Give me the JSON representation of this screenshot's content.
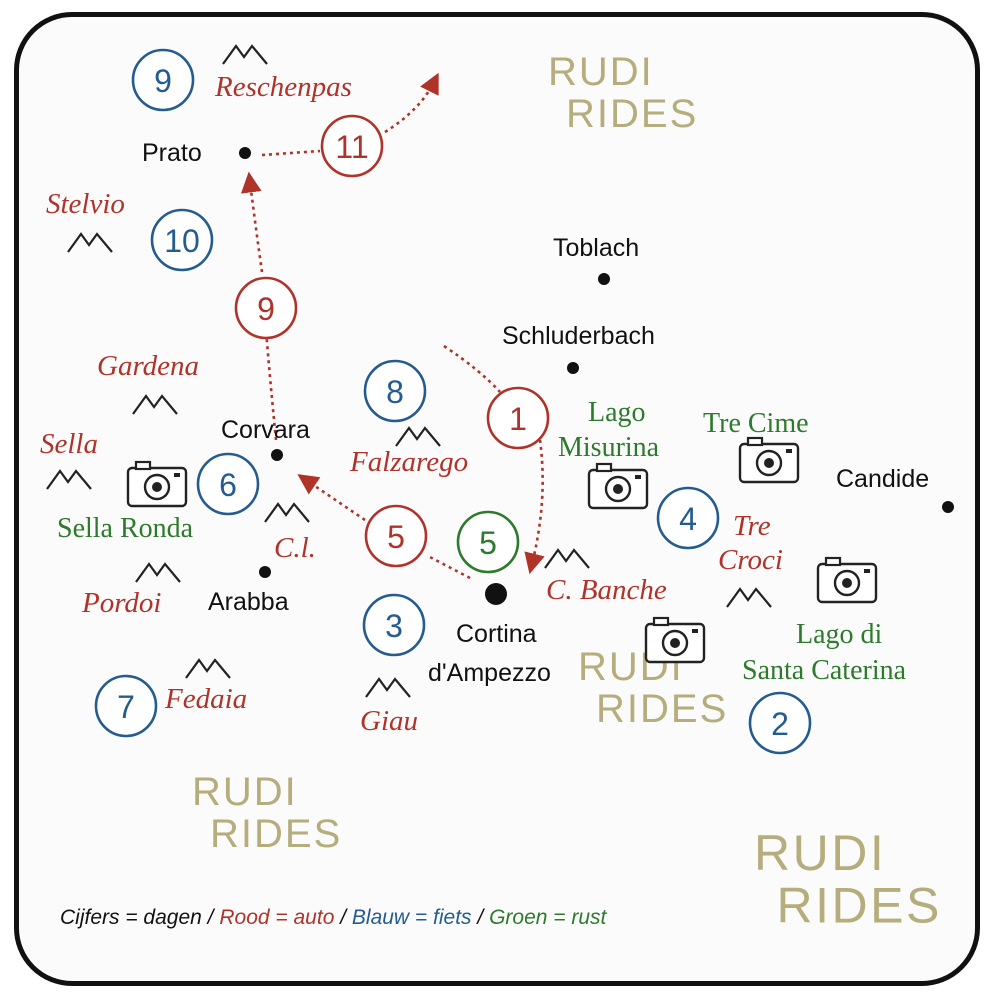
{
  "colors": {
    "car": "#b0332a",
    "bike": "#245c8f",
    "rest": "#2d7a2d",
    "town": "#111111",
    "brand": "#b6ad7c"
  },
  "brand": {
    "line1": "RUDI",
    "line2": "RIDES"
  },
  "towns": [
    {
      "id": "prato",
      "name": "Prato"
    },
    {
      "id": "toblach",
      "name": "Toblach"
    },
    {
      "id": "schluderbach",
      "name": "Schluderbach"
    },
    {
      "id": "corvara",
      "name": "Corvara"
    },
    {
      "id": "candide",
      "name": "Candide"
    },
    {
      "id": "arabba",
      "name": "Arabba"
    },
    {
      "id": "cortina",
      "line1": "Cortina",
      "line2": "d'Ampezzo"
    }
  ],
  "passes": [
    {
      "id": "reschenpas",
      "name": "Reschenpas"
    },
    {
      "id": "stelvio",
      "name": "Stelvio"
    },
    {
      "id": "gardena",
      "name": "Gardena"
    },
    {
      "id": "sella",
      "name": "Sella"
    },
    {
      "id": "falzarego",
      "name": "Falzarego"
    },
    {
      "id": "cl",
      "name": "C.l."
    },
    {
      "id": "tre-croci",
      "line1": "Tre",
      "line2": "Croci"
    },
    {
      "id": "c-banche",
      "name": "C. Banche"
    },
    {
      "id": "pordoi",
      "name": "Pordoi"
    },
    {
      "id": "fedaia",
      "name": "Fedaia"
    },
    {
      "id": "giau",
      "name": "Giau"
    }
  ],
  "rest_spots": [
    {
      "id": "lago-misurina",
      "line1": "Lago",
      "line2": "Misurina"
    },
    {
      "id": "tre-cime",
      "name": "Tre Cime"
    },
    {
      "id": "sella-ronda",
      "name": "Sella Ronda"
    },
    {
      "id": "lago-santa-caterina",
      "line1": "Lago di",
      "line2": "Santa Caterina"
    }
  ],
  "days": [
    {
      "id": "d9-bike",
      "label": "9",
      "mode": "bike"
    },
    {
      "id": "d11-car",
      "label": "11",
      "mode": "car"
    },
    {
      "id": "d10-bike",
      "label": "10",
      "mode": "bike"
    },
    {
      "id": "d9-car",
      "label": "9",
      "mode": "car"
    },
    {
      "id": "d8-bike",
      "label": "8",
      "mode": "bike"
    },
    {
      "id": "d1-car",
      "label": "1",
      "mode": "car"
    },
    {
      "id": "d6-bike",
      "label": "6",
      "mode": "bike"
    },
    {
      "id": "d5-car",
      "label": "5",
      "mode": "car"
    },
    {
      "id": "d5-rest",
      "label": "5",
      "mode": "rest"
    },
    {
      "id": "d4-bike",
      "label": "4",
      "mode": "bike"
    },
    {
      "id": "d3-bike",
      "label": "3",
      "mode": "bike"
    },
    {
      "id": "d7-bike",
      "label": "7",
      "mode": "bike"
    },
    {
      "id": "d2-bike",
      "label": "2",
      "mode": "bike"
    }
  ],
  "icons": {
    "pass": "mountain-icon",
    "photo": "camera-icon",
    "town": "town-dot"
  },
  "legend": {
    "part1": "Cijfers = dagen",
    "sep": " / ",
    "part2": "Rood = auto",
    "part3": "Blauw = fiets",
    "part4": "Groen = rust"
  }
}
